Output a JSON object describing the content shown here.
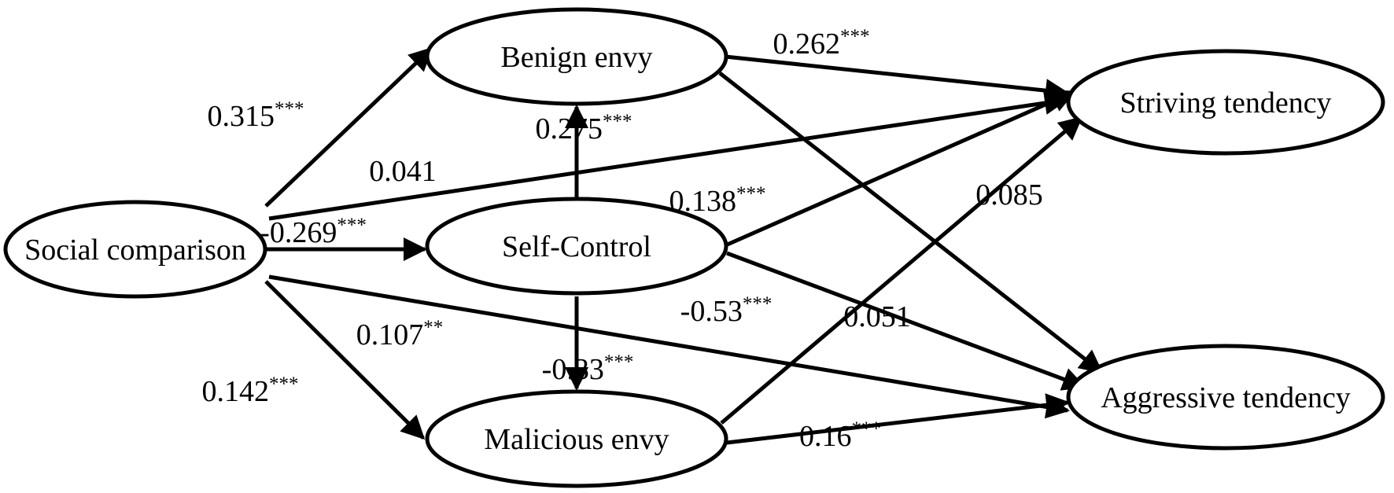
{
  "diagram": {
    "nodes": [
      {
        "id": "social",
        "label": "Social comparison"
      },
      {
        "id": "benign",
        "label": "Benign envy"
      },
      {
        "id": "self",
        "label": "Self-Control"
      },
      {
        "id": "malicious",
        "label": "Malicious envy"
      },
      {
        "id": "striving",
        "label": "Striving tendency"
      },
      {
        "id": "aggressive",
        "label": "Aggressive tendency"
      }
    ],
    "edges": [
      {
        "from": "social",
        "to": "benign",
        "coef": "0.315",
        "sig": "***"
      },
      {
        "from": "social",
        "to": "striving",
        "coef": "0.041",
        "sig": ""
      },
      {
        "from": "social",
        "to": "self",
        "coef": "-0.269",
        "sig": "***"
      },
      {
        "from": "social",
        "to": "aggressive",
        "coef": "0.107",
        "sig": "**"
      },
      {
        "from": "social",
        "to": "malicious",
        "coef": "0.142",
        "sig": "***"
      },
      {
        "from": "self",
        "to": "benign",
        "coef": "0.275",
        "sig": "***"
      },
      {
        "from": "self",
        "to": "malicious",
        "coef": "-0.33",
        "sig": "***"
      },
      {
        "from": "self",
        "to": "striving",
        "coef": "0.138",
        "sig": "***"
      },
      {
        "from": "self",
        "to": "aggressive",
        "coef": "-0.53",
        "sig": "***"
      },
      {
        "from": "benign",
        "to": "striving",
        "coef": "0.262",
        "sig": "***"
      },
      {
        "from": "benign",
        "to": "aggressive",
        "coef": "0.051",
        "sig": ""
      },
      {
        "from": "malicious",
        "to": "striving",
        "coef": "0.085",
        "sig": ""
      },
      {
        "from": "malicious",
        "to": "aggressive",
        "coef": "0.16",
        "sig": "***"
      }
    ]
  }
}
